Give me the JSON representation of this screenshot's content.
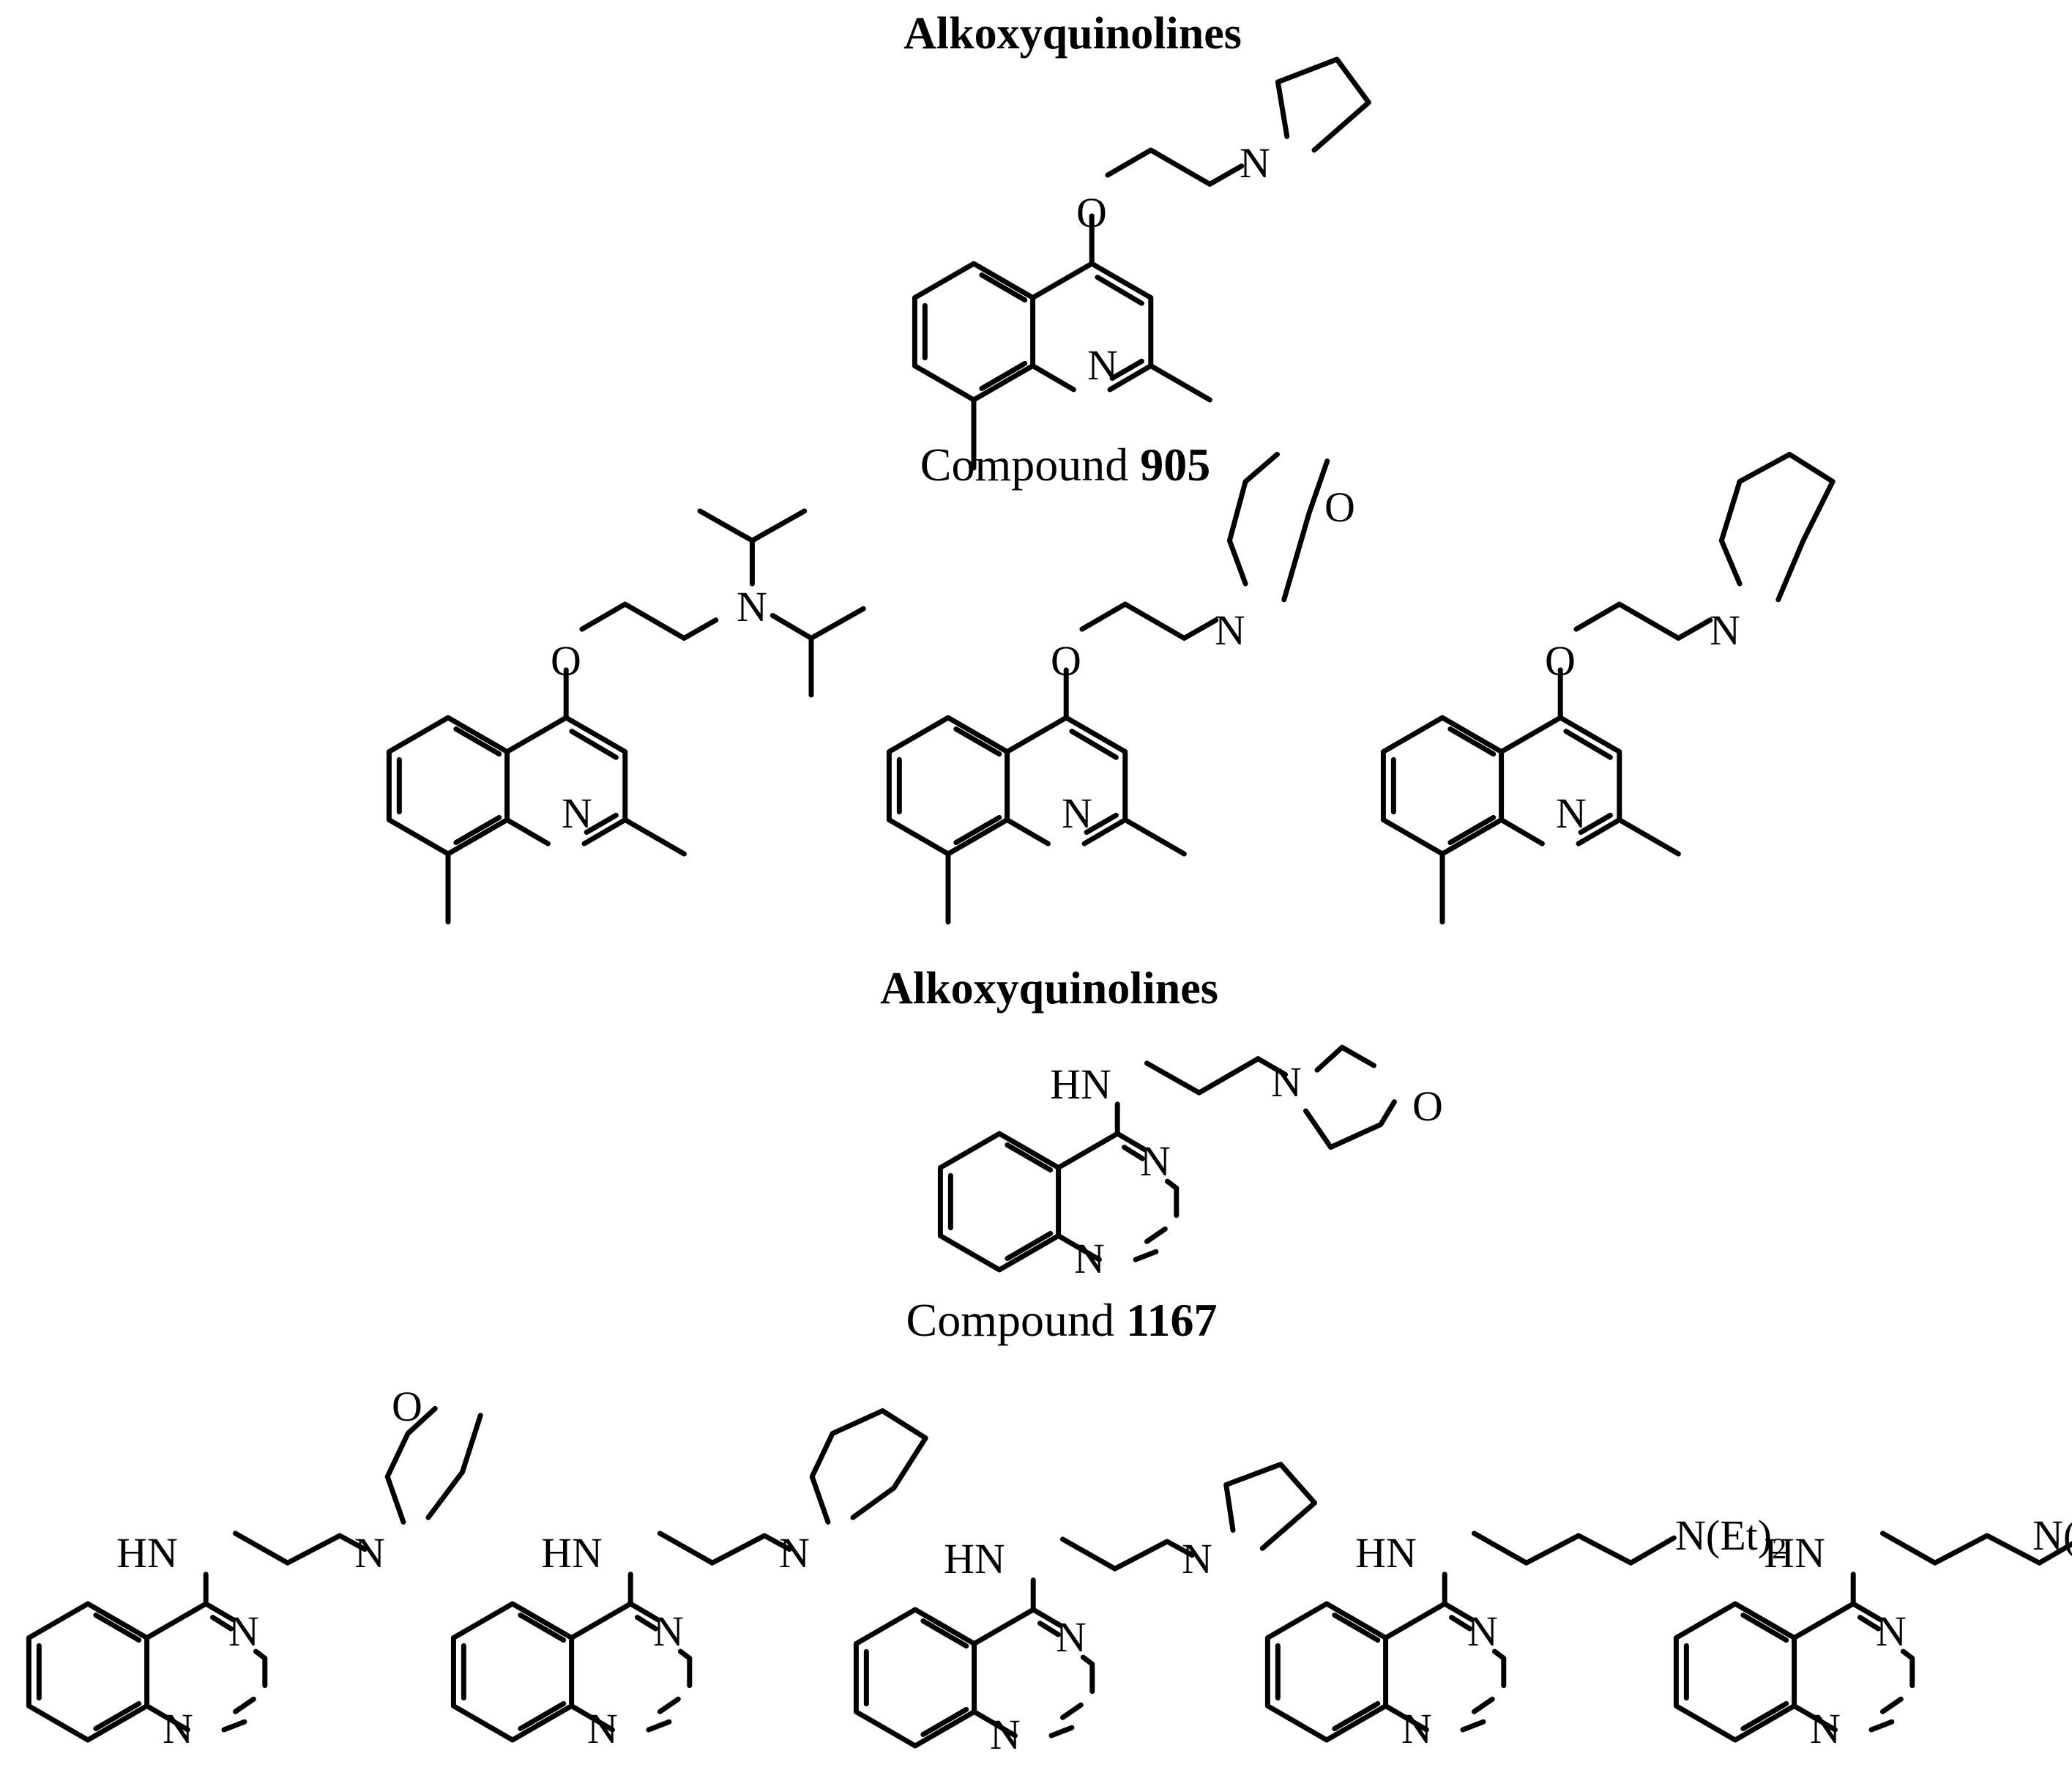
{
  "figure": {
    "section_titles": [
      "Alkoxyquinolines",
      "Alkoxyquinolines"
    ],
    "captions": [
      {
        "prefix": "Compound ",
        "number": "905"
      },
      {
        "prefix": "Compound ",
        "number": "1167"
      }
    ],
    "atom_labels": {
      "oxygen": "O",
      "nitrogen": "N",
      "amine": "HN",
      "diethylamine_main": "N(Et)",
      "diisopropylamine_main": "N(iPr)",
      "subscript_2": "2"
    }
  }
}
